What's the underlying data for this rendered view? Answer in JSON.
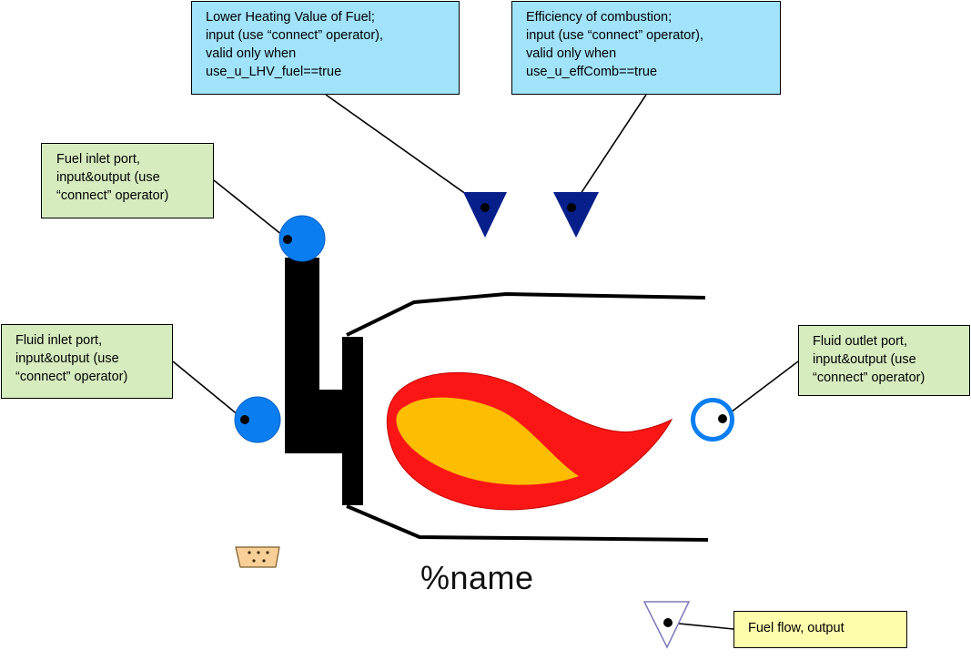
{
  "callouts": {
    "lhv": {
      "lines": [
        "Lower Heating Value of Fuel;",
        "input (use “connect” operator),",
        "valid only when",
        "use_u_LHV_fuel==true"
      ],
      "color": "#a0e3fa"
    },
    "eff": {
      "lines": [
        "Efficiency of combustion;",
        "input (use “connect” operator),",
        "valid only when",
        "use_u_effComb==true"
      ],
      "color": "#a0e3fa"
    },
    "fuel_inlet": {
      "lines": [
        "Fuel inlet port,",
        "input&output (use",
        "“connect” operator)"
      ],
      "color": "#d6ecbf"
    },
    "fluid_inlet": {
      "lines": [
        "Fluid inlet port,",
        "input&output (use",
        "“connect” operator)"
      ],
      "color": "#d6ecbf"
    },
    "fluid_outlet": {
      "lines": [
        "Fluid outlet port,",
        "input&output (use",
        "“connect” operator)"
      ],
      "color": "#d6ecbf"
    },
    "fuel_flow": {
      "lines": [
        "Fuel flow, output"
      ],
      "color": "#fdfdac"
    }
  },
  "component_label": "%name",
  "colors": {
    "port_filled": "#0a7ef0",
    "port_outline": "#0a7ef0",
    "input_triangle": "#071f8a",
    "flame_outer": "#fb1616",
    "flame_inner": "#fdbd00",
    "body": "#000000",
    "badge": "#f8cf97"
  },
  "icons": [
    "fuel-inlet-port-icon",
    "fluid-inlet-port-icon",
    "fluid-outlet-port-icon",
    "lhv-input-triangle-icon",
    "efficiency-input-triangle-icon",
    "fuel-flow-output-triangle-icon",
    "flame-icon",
    "burner-body-icon",
    "tag-badge-icon"
  ]
}
